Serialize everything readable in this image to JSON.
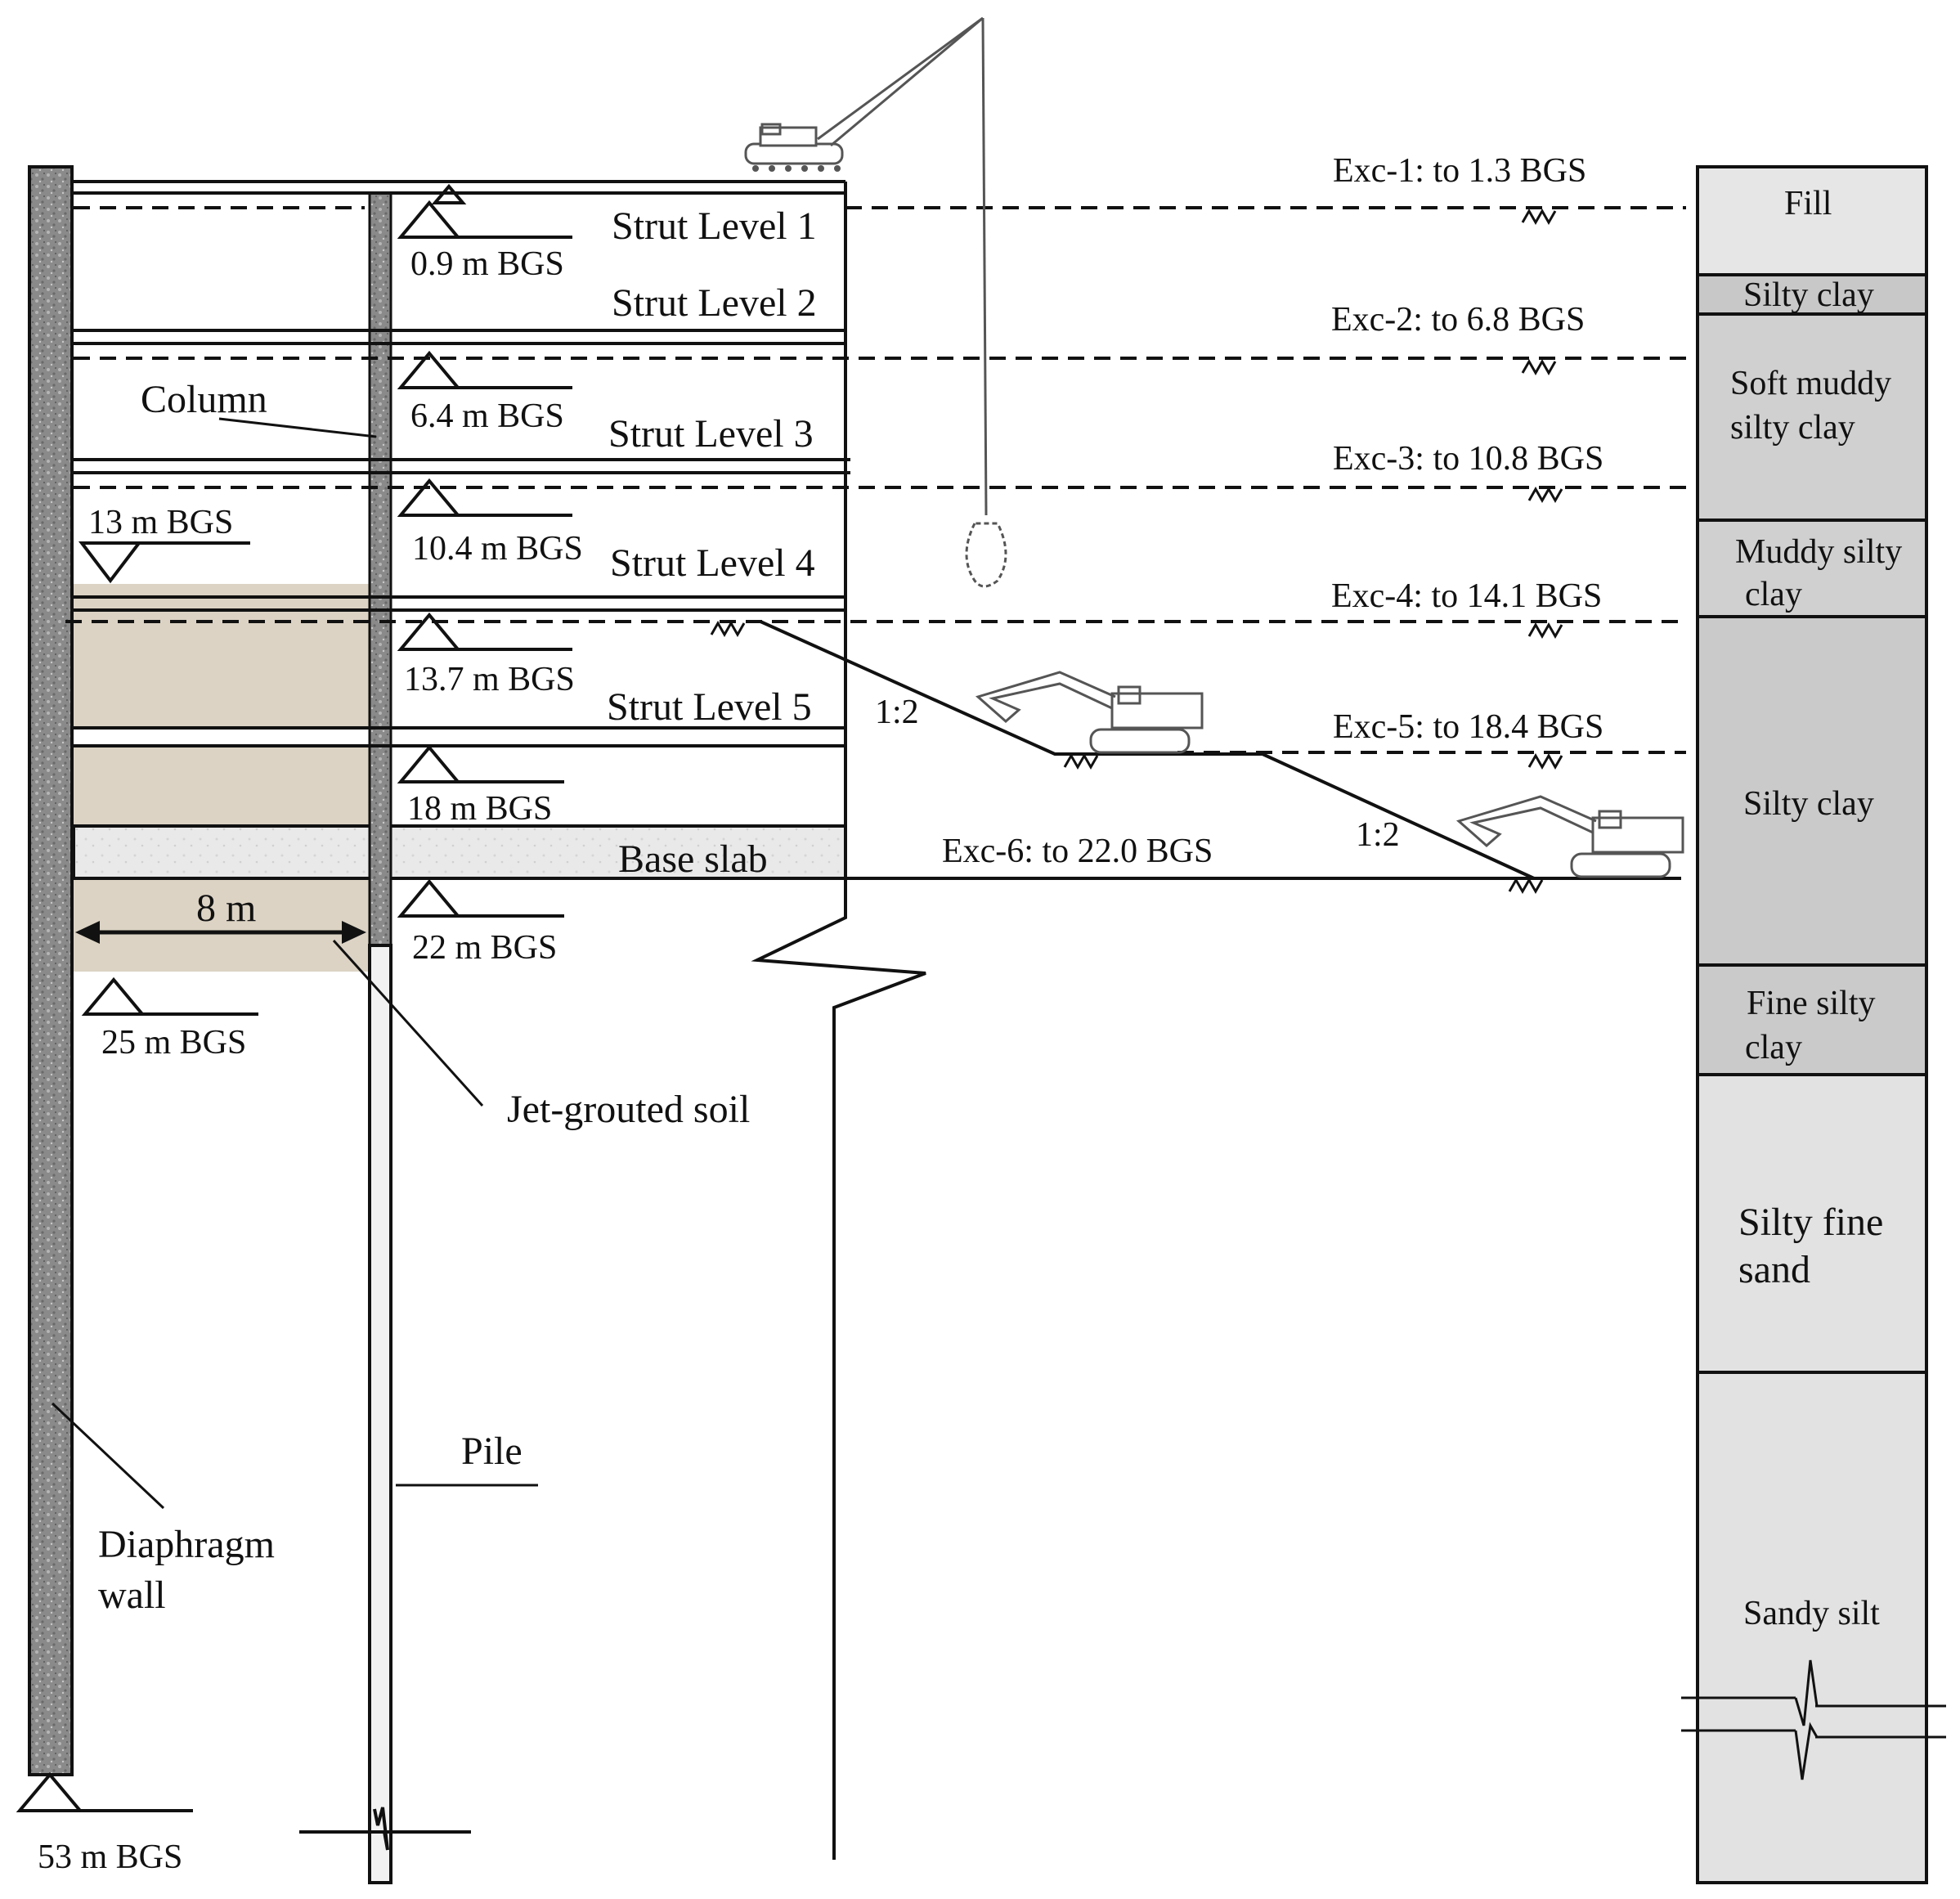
{
  "labels": {
    "strut_level_1": "Strut Level 1",
    "strut_level_2": "Strut Level 2",
    "strut_level_3": "Strut Level 3",
    "strut_level_4": "Strut Level 4",
    "strut_level_5": "Strut Level 5",
    "column": "Column",
    "base_slab": "Base slab",
    "jet_grouted_soil": "Jet-grouted soil",
    "pile": "Pile",
    "diaphragm_wall_line1": "Diaphragm",
    "diaphragm_wall_line2": "wall",
    "width_8m": "8 m",
    "slope_1": "1:2",
    "slope_2": "1:2"
  },
  "depth_marks": {
    "d_0_9": "0.9 m BGS",
    "d_6_4": "6.4 m BGS",
    "d_10_4": "10.4 m BGS",
    "d_13_7": "13.7 m BGS",
    "d_18": "18 m BGS",
    "d_22": "22 m BGS",
    "d_13": "13 m BGS",
    "d_25": "25 m BGS",
    "d_53": "53 m BGS"
  },
  "excavation_stages": [
    {
      "label": "Exc-1: to 1.3 BGS"
    },
    {
      "label": "Exc-2: to 6.8 BGS"
    },
    {
      "label": "Exc-3: to 10.8 BGS"
    },
    {
      "label": "Exc-4: to 14.1 BGS"
    },
    {
      "label": "Exc-5: to 18.4 BGS"
    },
    {
      "label": "Exc-6: to 22.0 BGS"
    }
  ],
  "soil_profile": [
    {
      "lines": [
        "Fill"
      ],
      "color": "#e6e6e6"
    },
    {
      "lines": [
        "Silty clay"
      ],
      "color": "#c8c8c8"
    },
    {
      "lines": [
        "Soft muddy",
        "silty clay"
      ],
      "color": "#d0d0d0"
    },
    {
      "lines": [
        "Muddy silty",
        "clay"
      ],
      "color": "#d0d0d0"
    },
    {
      "lines": [
        "Silty clay"
      ],
      "color": "#cacaca"
    },
    {
      "lines": [
        "Fine silty",
        "clay"
      ],
      "color": "#cacaca"
    },
    {
      "lines": [
        "Silty fine",
        "sand"
      ],
      "color": "#e2e2e2"
    },
    {
      "lines": [
        "Sandy silt"
      ],
      "color": "#e2e2e2"
    }
  ],
  "colors": {
    "diaphragm_wall": "#8d8d8d",
    "jet_grout": "#dcd3c4",
    "base_slab": "#e9e9e9"
  }
}
